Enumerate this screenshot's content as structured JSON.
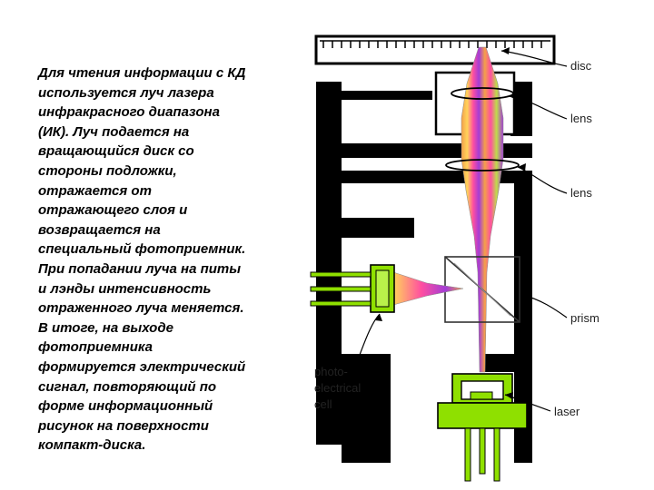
{
  "description_lines": [
    "Для чтения информации с КД",
    "используется луч лазера",
    "инфракрасного диапазона",
    "(ИК). Луч подается на",
    "вращающийся диск со",
    "стороны подложки,",
    "отражается от",
    "отражающего слоя и",
    "возвращается на",
    "специальный фотоприемник.",
    "При попадании луча на питы",
    "и лэнды интенсивность",
    "отраженного луча меняется.",
    "В итоге, на выходе",
    "фотоприемника",
    "формируется электрический",
    "сигнал, повторяющий по",
    "форме информационный",
    "рисунок на поверхности",
    "компакт-диска."
  ],
  "labels": {
    "disc": "disc",
    "lens_upper": "lens",
    "lens_lower": "lens",
    "prism": "prism",
    "photo_line1": "photo-",
    "photo_line2": "electrical",
    "photo_line3": "cell",
    "laser": "laser"
  },
  "colors": {
    "housing": "#000000",
    "green": "#8fe000",
    "green_light": "#b9f24a",
    "beam_orange": "#f4a04a",
    "beam_magenta": "#ff4fa0",
    "beam_purple": "#a33cd6"
  }
}
